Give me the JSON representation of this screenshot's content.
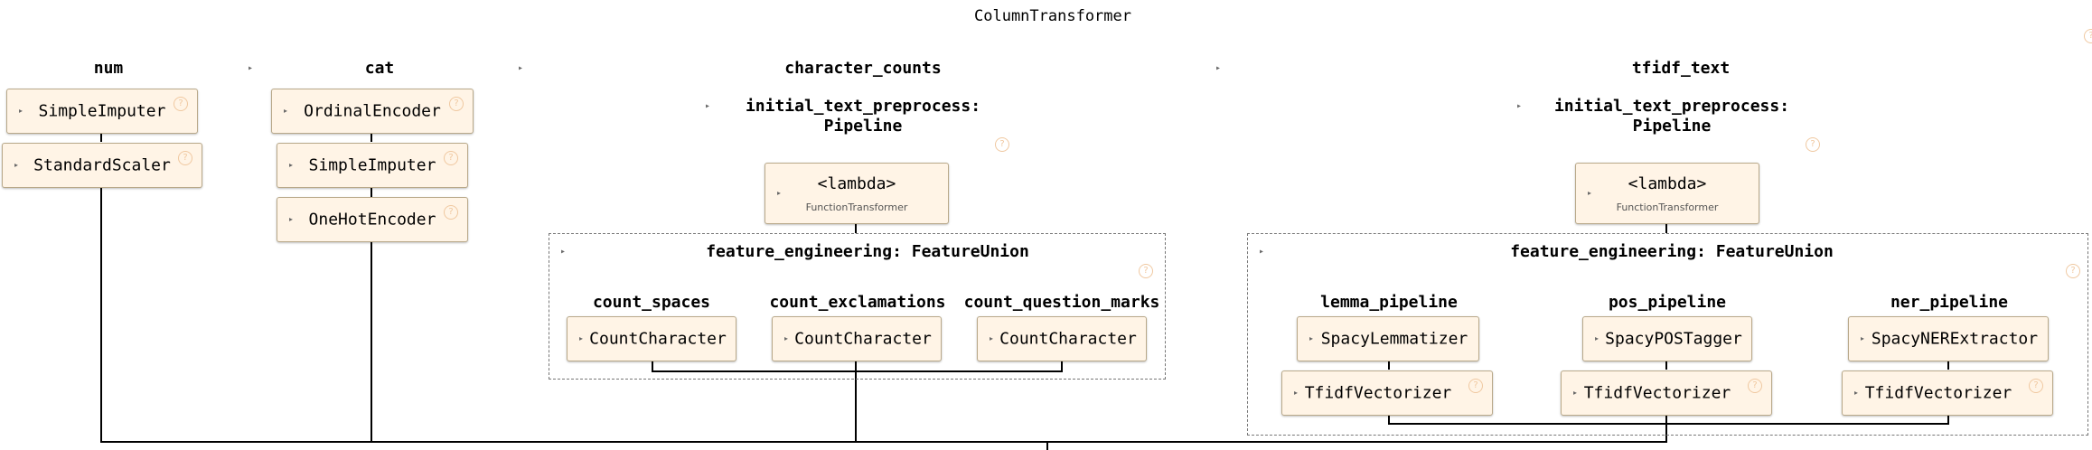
{
  "title": "ColumnTransformer",
  "help_glyph": "?",
  "expand_glyph": "▸",
  "columns": {
    "num": {
      "label": "num",
      "steps": [
        "SimpleImputer",
        "StandardScaler"
      ]
    },
    "cat": {
      "label": "cat",
      "steps": [
        "OrdinalEncoder",
        "SimpleImputer",
        "OneHotEncoder"
      ]
    },
    "character_counts": {
      "label": "character_counts",
      "pipeline_label": "initial_text_preprocess:\nPipeline",
      "func": {
        "label": "<lambda>",
        "sub": "FunctionTransformer"
      },
      "union_label": "feature_engineering: FeatureUnion",
      "branches": [
        {
          "name": "count_spaces",
          "estimator": "CountCharacter"
        },
        {
          "name": "count_exclamations",
          "estimator": "CountCharacter"
        },
        {
          "name": "count_question_marks",
          "estimator": "CountCharacter"
        }
      ]
    },
    "tfidf_text": {
      "label": "tfidf_text",
      "pipeline_label": "initial_text_preprocess:\nPipeline",
      "func": {
        "label": "<lambda>",
        "sub": "FunctionTransformer"
      },
      "union_label": "feature_engineering: FeatureUnion",
      "branches": [
        {
          "name": "lemma_pipeline",
          "steps": [
            "SpacyLemmatizer",
            "TfidfVectorizer"
          ]
        },
        {
          "name": "pos_pipeline",
          "steps": [
            "SpacyPOSTagger",
            "TfidfVectorizer"
          ]
        },
        {
          "name": "ner_pipeline",
          "steps": [
            "SpacyNERExtractor",
            "TfidfVectorizer"
          ]
        }
      ]
    }
  }
}
